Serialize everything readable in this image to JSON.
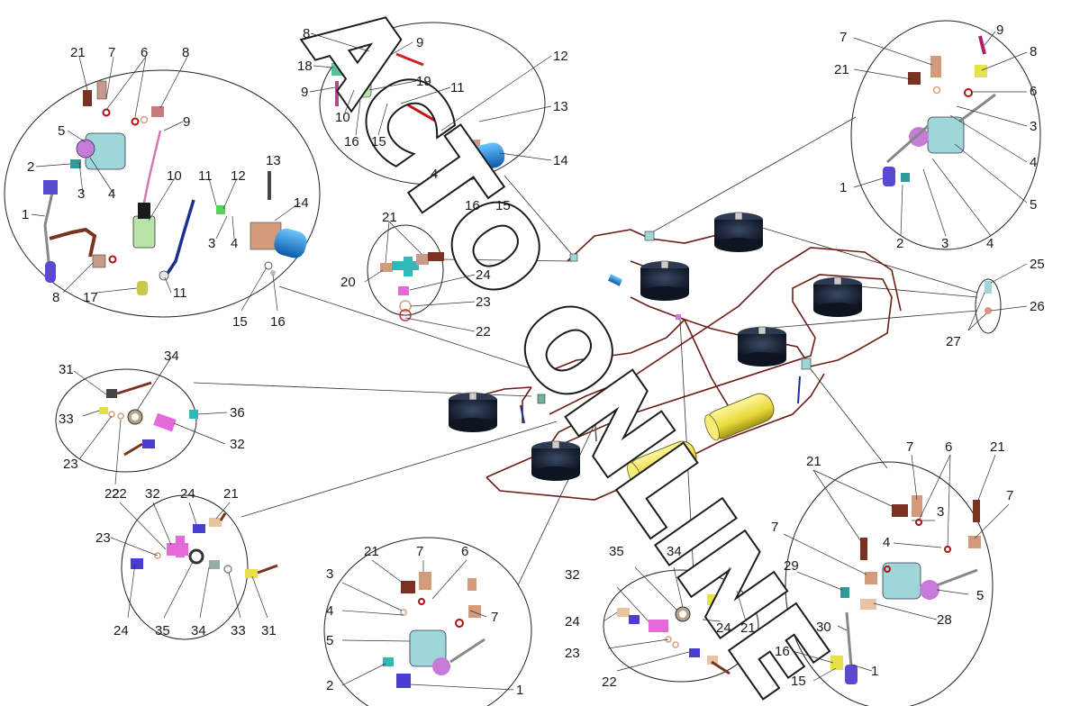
{
  "watermark": "АСТО ONLINE",
  "colors": {
    "pipe": "#6b1d16",
    "valve_body": "#9fd6d7",
    "valve_purple": "#c77bd9",
    "tee_pink": "#e36ad8",
    "tank_yellow": "#e8e04a",
    "bag_dark": "#1a2233",
    "blue_hose": "#1c2f8f",
    "brass": "#d49a7c"
  },
  "callouts": {
    "g1": [
      "21",
      "7",
      "6",
      "8",
      "9",
      "5",
      "2",
      "3",
      "4",
      "1",
      "10",
      "11",
      "12",
      "13",
      "14",
      "3",
      "4",
      "8",
      "17",
      "11",
      "15",
      "16"
    ],
    "g2": [
      "8",
      "9",
      "18",
      "9",
      "19",
      "11",
      "12",
      "13",
      "10",
      "16",
      "15",
      "14",
      "4",
      "16",
      "15"
    ],
    "g3": [
      "7",
      "9",
      "8",
      "21",
      "6",
      "3",
      "4",
      "5",
      "1",
      "2",
      "3",
      "4"
    ],
    "g4": [
      "21",
      "20",
      "24",
      "23",
      "22"
    ],
    "g5": [
      "25",
      "26",
      "27"
    ],
    "g6": [
      "31",
      "34",
      "33",
      "36",
      "32",
      "23",
      "22"
    ],
    "g7": [
      "22",
      "32",
      "24",
      "21",
      "23",
      "24",
      "35",
      "34",
      "33",
      "31"
    ],
    "g8": [
      "21",
      "7",
      "6",
      "3",
      "4",
      "7",
      "5",
      "2",
      "1"
    ],
    "g9": [
      "35",
      "34",
      "32",
      "24",
      "24",
      "21",
      "23",
      "22"
    ],
    "g10": [
      "7",
      "6",
      "21",
      "21",
      "7",
      "3",
      "4",
      "7",
      "29",
      "5",
      "28",
      "30",
      "16",
      "15",
      "1"
    ]
  }
}
